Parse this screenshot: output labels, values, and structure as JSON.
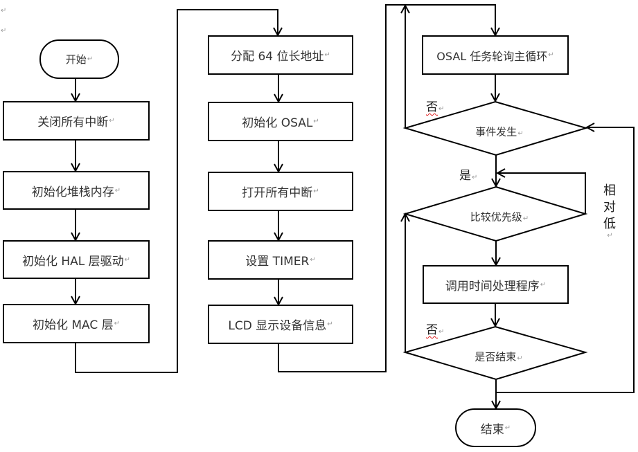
{
  "diagram": {
    "type": "flowchart",
    "paragraph_mark": "↵",
    "stray_marks": [
      "↵",
      "↵"
    ],
    "column1": {
      "start": "开始",
      "steps": [
        "关闭所有中断",
        "初始化堆栈内存",
        "初始化 HAL 层驱动",
        "初始化 MAC 层"
      ]
    },
    "column2": {
      "steps": [
        "分配 64 位长地址",
        "初始化 OSAL",
        "打开所有中断",
        "设置 TIMER",
        "LCD 显示设备信息"
      ]
    },
    "column3": {
      "main_loop": "OSAL 任务轮询主循环",
      "decision_event": "事件发生",
      "decision_priority": "比较优先级",
      "process": "调用时间处理程序",
      "decision_end": "是否结束",
      "end": "结束"
    },
    "edge_labels": {
      "no_event": "否",
      "yes_event": "是",
      "lower_priority": [
        "相",
        "对",
        "低"
      ],
      "not_end": "否"
    },
    "colors": {
      "line": "#000000",
      "text": "#333333",
      "spell_underline": "#e02020"
    }
  }
}
